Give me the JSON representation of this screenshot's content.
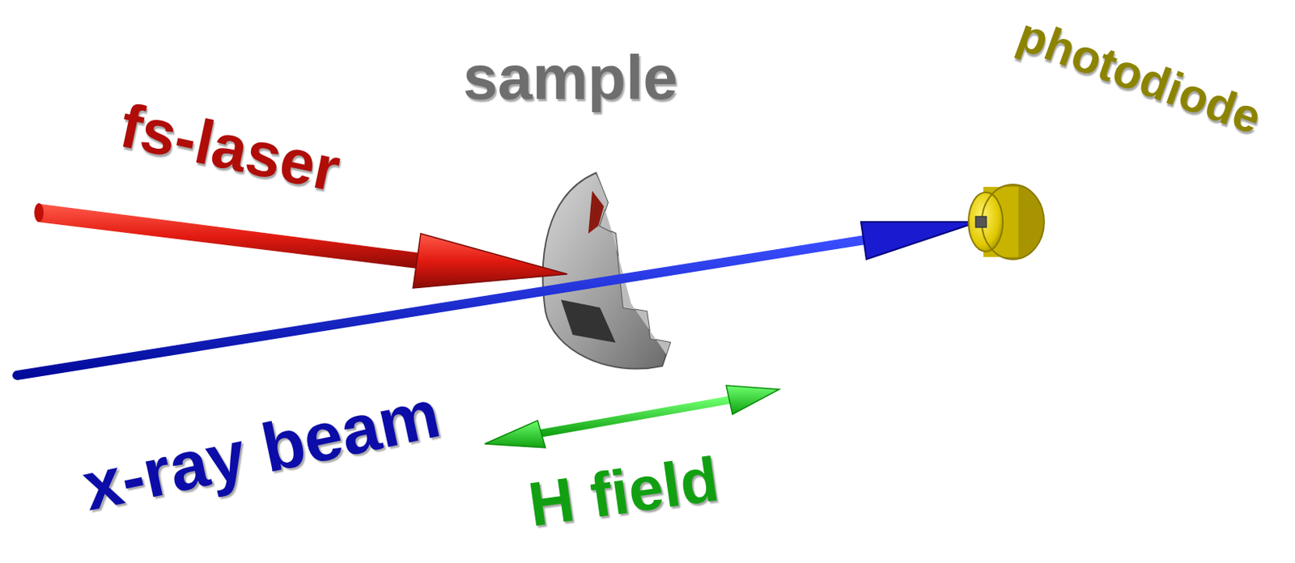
{
  "diagram": {
    "labels": [
      "fs-laser",
      "sample",
      "photodiode",
      "x-ray beam",
      "H field"
    ]
  }
}
